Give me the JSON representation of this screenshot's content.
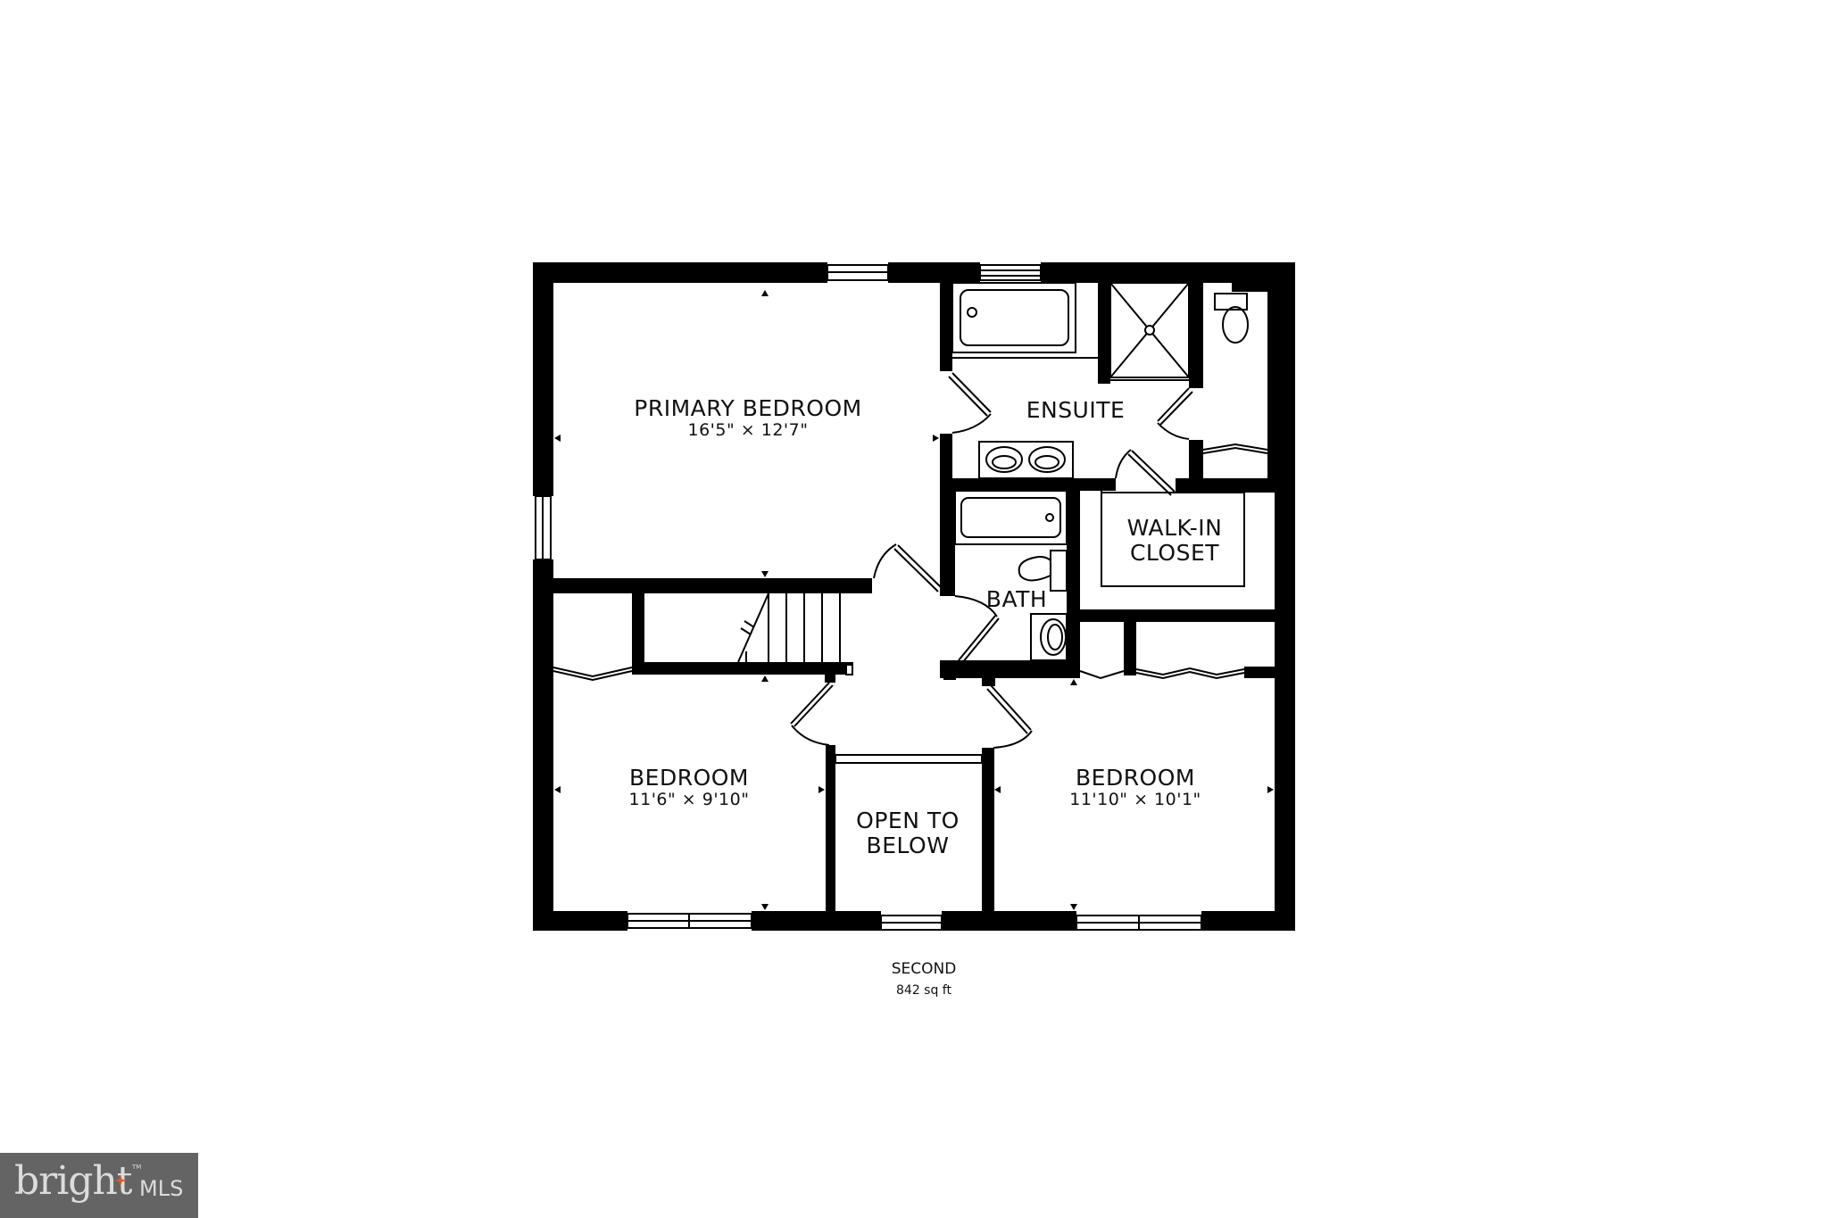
{
  "floor": {
    "name": "SECOND",
    "area": "842 sq ft"
  },
  "rooms": {
    "primary_bedroom": {
      "name": "PRIMARY BEDROOM",
      "dimensions": "16'5\" × 12'7\""
    },
    "ensuite": {
      "name": "ENSUITE"
    },
    "walk_in_closet": {
      "line1": "WALK-IN",
      "line2": "CLOSET"
    },
    "bath": {
      "name": "BATH"
    },
    "bedroom_left": {
      "name": "BEDROOM",
      "dimensions": "11'6\" × 9'10\""
    },
    "open_to_below": {
      "line1": "OPEN TO",
      "line2": "BELOW"
    },
    "bedroom_right": {
      "name": "BEDROOM",
      "dimensions": "11'10\" × 10'1\""
    }
  },
  "logo": {
    "brand": "bright",
    "suffix": "MLS",
    "trademark": "TM",
    "background": "#646464",
    "accent": "#e0592a"
  },
  "colors": {
    "wall": "#000000",
    "background": "#ffffff",
    "text": "#111111"
  }
}
